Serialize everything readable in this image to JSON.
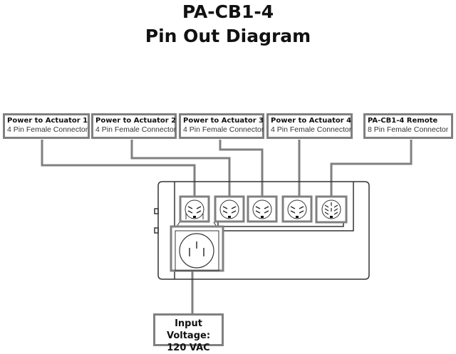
{
  "title": {
    "line1": "PA-CB1-4",
    "line2": "Pin Out Diagram"
  },
  "labels": [
    {
      "title": "Power to Actuator 1",
      "subtitle": "4 Pin Female Connector"
    },
    {
      "title": "Power to Actuator 2",
      "subtitle": "4 Pin Female Connector"
    },
    {
      "title": "Power to Actuator 3",
      "subtitle": "4 Pin Female Connector"
    },
    {
      "title": "Power to Actuator 4",
      "subtitle": "4 Pin Female Connector"
    },
    {
      "title": "PA-CB1-4  Remote",
      "subtitle": "8 Pin Female Connector"
    }
  ],
  "input": {
    "line1": "Input Voltage:",
    "line2": "120 VAC"
  },
  "colors": {
    "leader": "#808080",
    "outline": "#333333"
  }
}
